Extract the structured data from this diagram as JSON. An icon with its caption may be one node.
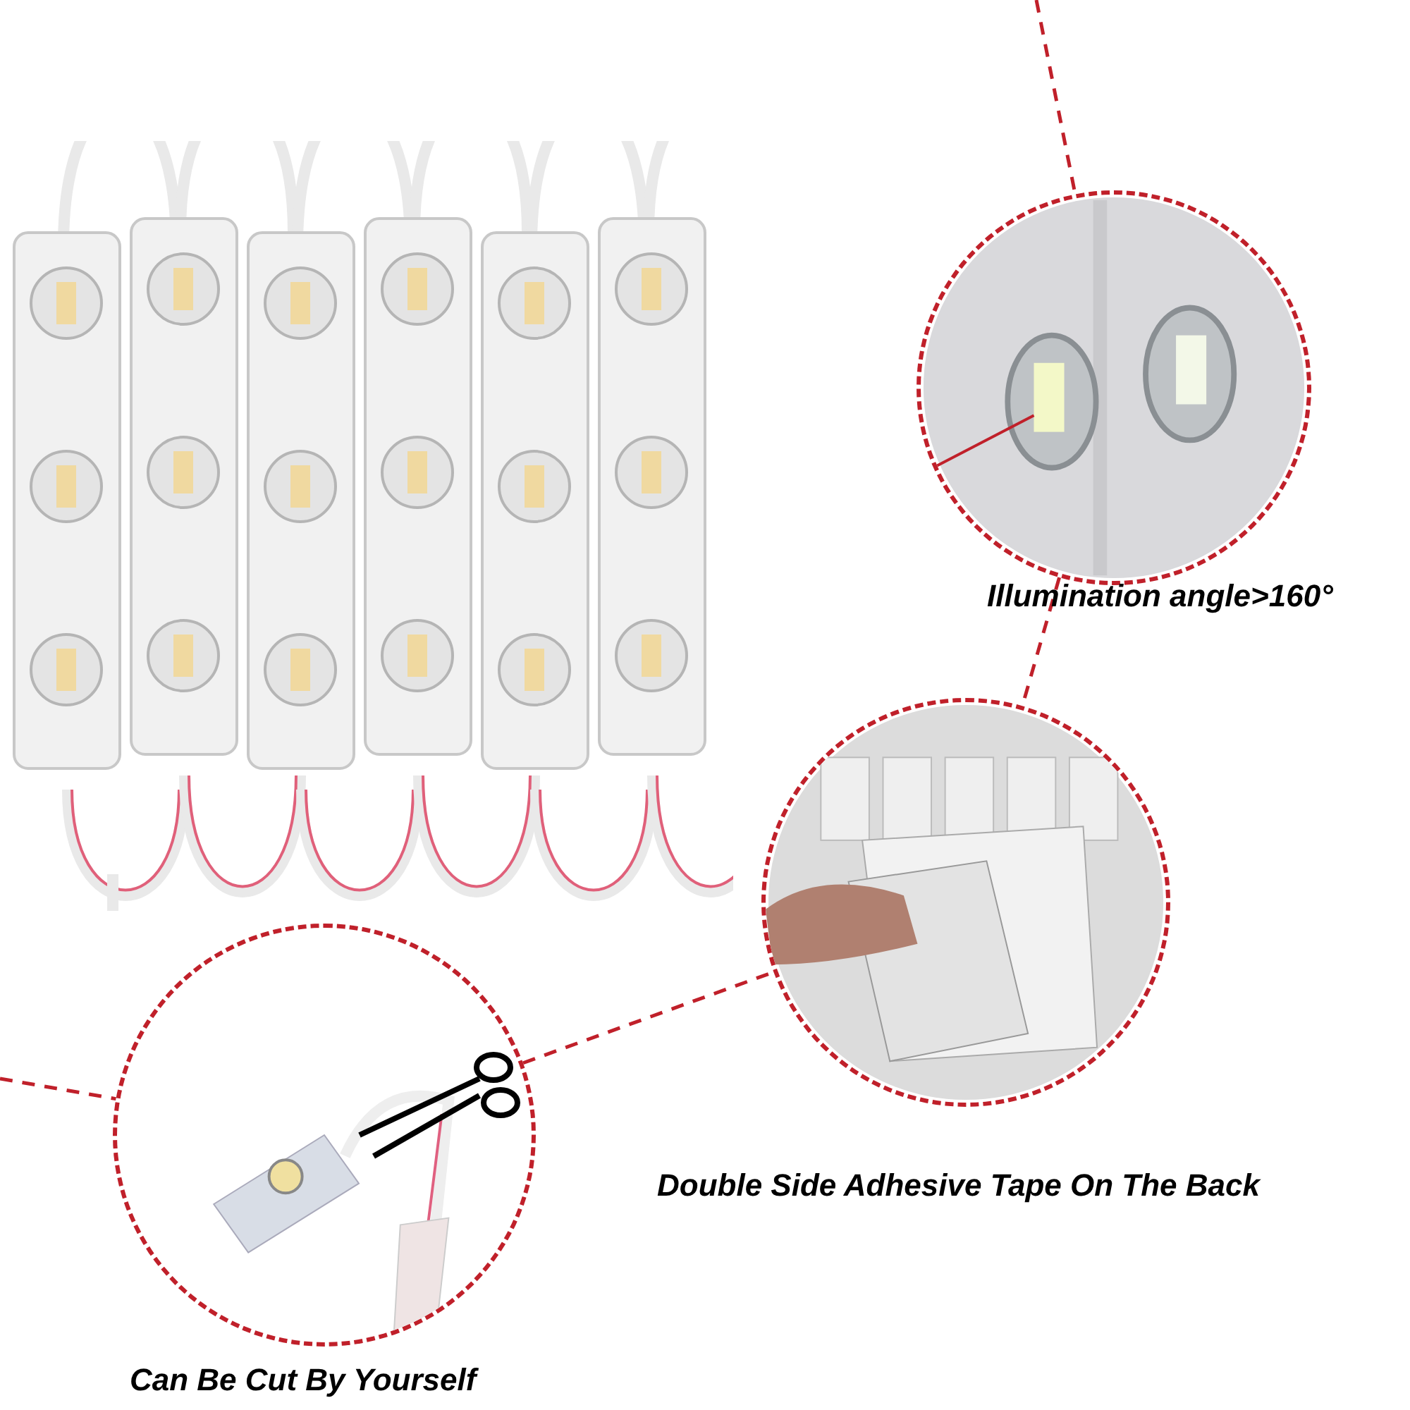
{
  "diagram": {
    "nodes": [
      {
        "text": [],
        "shape": "picture"
      },
      {
        "text": [],
        "shape": "circle",
        "beside": [
          "Illumination angle>160°"
        ]
      },
      {
        "text": [],
        "shape": "circle",
        "beside": [
          "Double Side Adhesive Tape On The Back"
        ]
      },
      {
        "text": [],
        "shape": "circle",
        "beside": [
          "Can Be Cut By Yourself"
        ]
      }
    ],
    "edges": [
      {
        "from": null,
        "to": 1,
        "arrow": "none",
        "style": "dashed"
      },
      {
        "from": 1,
        "to": 2,
        "arrow": "none",
        "style": "dashed"
      },
      {
        "from": 3,
        "to": 2,
        "arrow": "none",
        "style": "dashed"
      },
      {
        "from": null,
        "to": 3,
        "arrow": "none",
        "style": "dashed"
      }
    ]
  }
}
